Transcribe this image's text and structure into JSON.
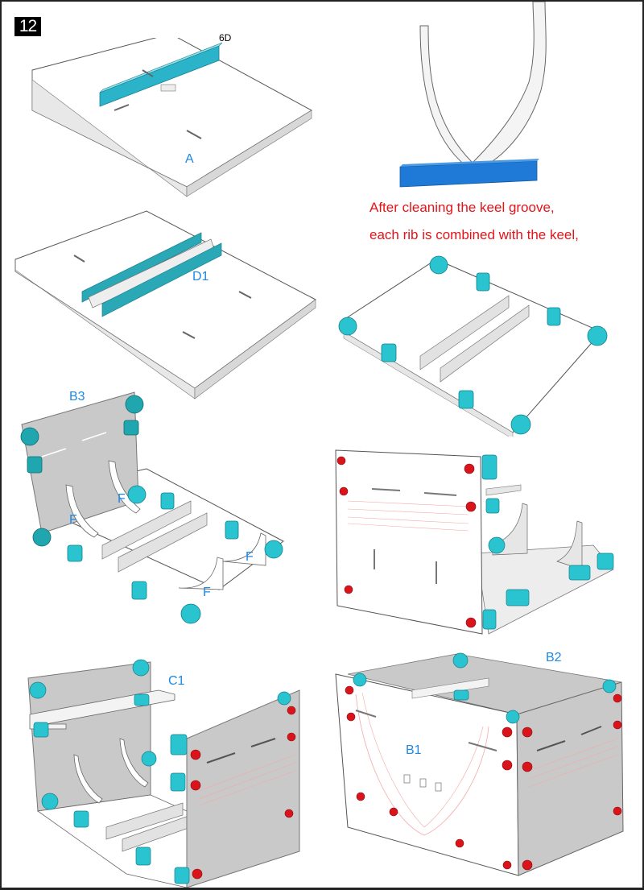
{
  "step_number": "12",
  "colors": {
    "label_blue": "#1e88e5",
    "note_red": "#e5131a",
    "part_cyan": "#29c4cf",
    "keel_blue": "#1e7ad6",
    "panel_gray": "#c9c9c9",
    "screw_red": "#d9141a"
  },
  "panels": [
    {
      "id": "step-a",
      "labels": [
        "6D",
        "A"
      ]
    },
    {
      "id": "keel-rib",
      "labels": []
    },
    {
      "id": "step-d1",
      "labels": [
        "D1"
      ]
    },
    {
      "id": "base-with-brackets",
      "labels": []
    },
    {
      "id": "step-b3",
      "labels": [
        "B3",
        "F",
        "F",
        "F",
        "F"
      ]
    },
    {
      "id": "side-panel-attached",
      "labels": []
    },
    {
      "id": "step-c1",
      "labels": [
        "C1"
      ]
    },
    {
      "id": "step-b1-b2",
      "labels": [
        "B2",
        "B1"
      ]
    }
  ],
  "note": {
    "line1": "After cleaning the keel groove,",
    "line2": "each rib is combined with the keel,"
  }
}
